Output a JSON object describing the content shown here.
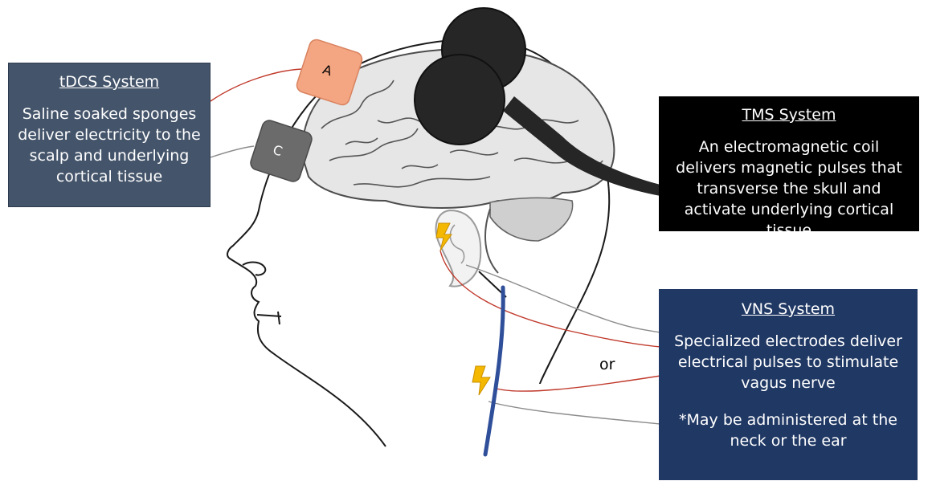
{
  "tdcs": {
    "title": "tDCS System",
    "description": "Saline soaked sponges deliver electricity to the scalp and underlying cortical tissue",
    "anode_label": "A",
    "cathode_label": "C"
  },
  "tms": {
    "title": "TMS System",
    "description": "An electromagnetic coil delivers magnetic pulses that transverse the skull and activate underlying cortical tissue"
  },
  "vns": {
    "title": "VNS System",
    "description": "Specialized electrodes deliver electrical pulses to stimulate vagus nerve",
    "note": "*May be administered at the neck or the ear"
  },
  "or_label": "or",
  "colors": {
    "tdcs_box": "#44546a",
    "tms_box": "#000000",
    "vns_box": "#203864",
    "anode": "#f4a582",
    "cathode": "#6b6b6b",
    "coil": "#262626",
    "vagus_nerve": "#2f4f9a",
    "red_wire": "#c0392b",
    "gray_wire": "#8c8c8c",
    "lightning": "#f5b800",
    "brain_fill": "#e6e6e6"
  },
  "icons": [
    "lightning-bolt-icon",
    "lightning-bolt-icon"
  ]
}
